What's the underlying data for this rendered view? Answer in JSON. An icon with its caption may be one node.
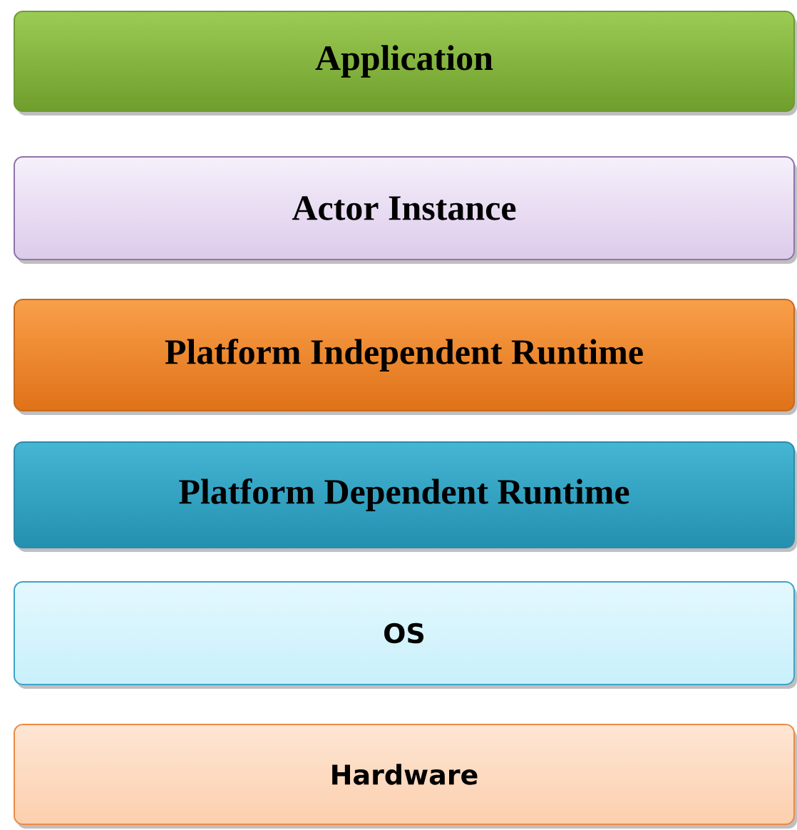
{
  "diagram": {
    "nodes": [
      {
        "text": [
          "Application"
        ]
      },
      {
        "text": [
          "Actor Instance"
        ]
      },
      {
        "text": [
          "Platform Independent Runtime"
        ]
      },
      {
        "text": [
          "Platform Dependent Runtime"
        ]
      },
      {
        "text": [
          "OS"
        ]
      },
      {
        "text": [
          "Hardware"
        ]
      }
    ]
  }
}
